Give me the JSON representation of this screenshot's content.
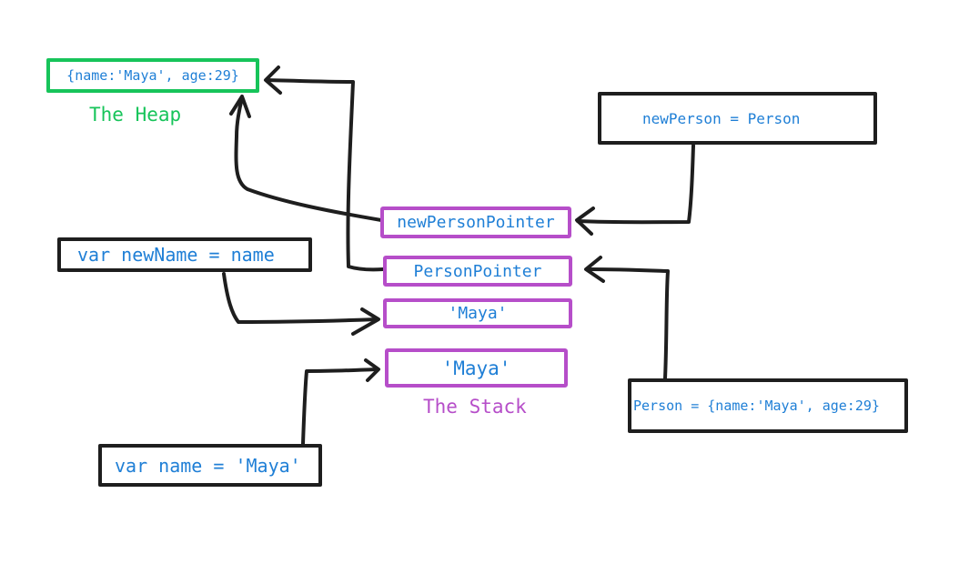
{
  "colors": {
    "stroke": "#1e1e1e",
    "heap": "#17c45a",
    "stack": "#b64ec9",
    "code_text": "#1f7fd6"
  },
  "heap": {
    "object": "{name:'Maya', age:29}",
    "label": "The Heap"
  },
  "stack": {
    "label": "The Stack",
    "slots": [
      "newPersonPointer",
      "PersonPointer",
      "'Maya'",
      "'Maya'"
    ]
  },
  "statements": {
    "new_person": "newPerson = Person",
    "new_name": "var newName = name",
    "name": "var name = 'Maya'",
    "person": "Person = {name:'Maya', age:29}"
  }
}
